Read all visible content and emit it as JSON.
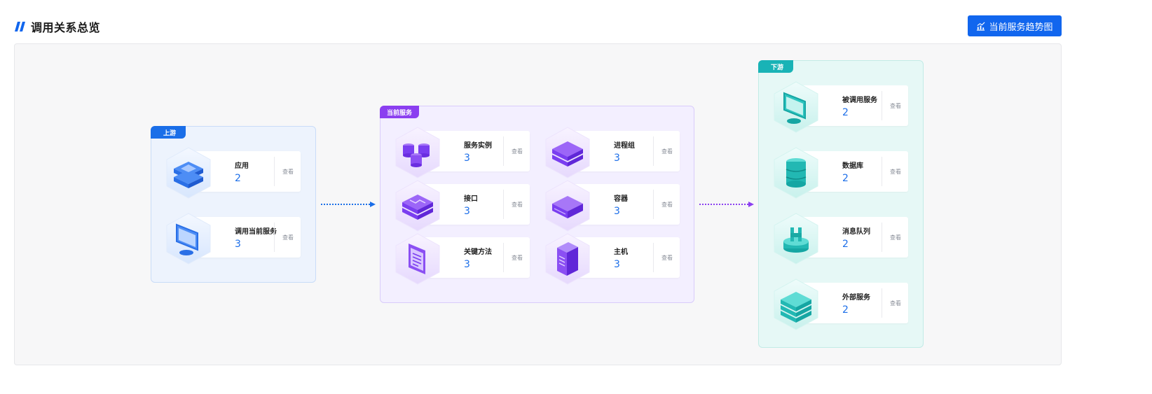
{
  "header": {
    "title": "调用关系总览",
    "trend_button_label": "当前服务趋势图"
  },
  "view_label": "查看",
  "upstream": {
    "tag": "上游",
    "items": [
      {
        "label": "应用",
        "count": "2",
        "icon": "server-stack-icon"
      },
      {
        "label": "调用当前服务",
        "count": "3",
        "icon": "monitor-icon"
      }
    ]
  },
  "current": {
    "tag": "当前服务",
    "items": [
      {
        "label": "服务实例",
        "count": "3",
        "icon": "database-cluster-icon"
      },
      {
        "label": "进程组",
        "count": "3",
        "icon": "layers-icon"
      },
      {
        "label": "接口",
        "count": "3",
        "icon": "interface-layers-icon"
      },
      {
        "label": "容器",
        "count": "3",
        "icon": "container-icon"
      },
      {
        "label": "关键方法",
        "count": "3",
        "icon": "document-icon"
      },
      {
        "label": "主机",
        "count": "3",
        "icon": "host-tower-icon"
      }
    ]
  },
  "downstream": {
    "tag": "下游",
    "items": [
      {
        "label": "被调用服务",
        "count": "2",
        "icon": "monitor-icon"
      },
      {
        "label": "数据库",
        "count": "2",
        "icon": "database-icon"
      },
      {
        "label": "消息队列",
        "count": "2",
        "icon": "message-queue-icon"
      },
      {
        "label": "外部服务",
        "count": "2",
        "icon": "external-server-icon"
      }
    ]
  },
  "colors": {
    "primary": "#1166ee",
    "upstream": "#1a6ee8",
    "current": "#8b3ff0",
    "downstream": "#19b3b6"
  }
}
